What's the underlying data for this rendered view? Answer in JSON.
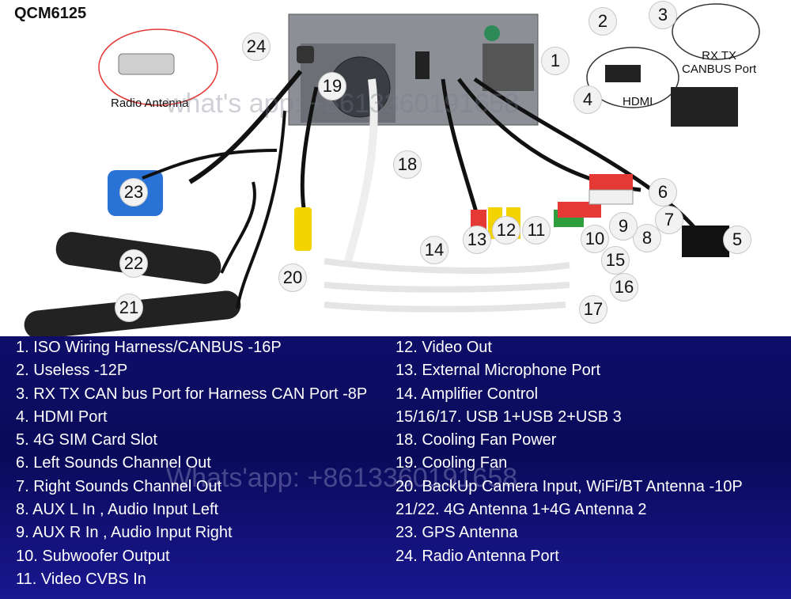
{
  "model": "QCM6125",
  "labels": {
    "radio_antenna": "Radio Antenna",
    "hdmi": "HDMI",
    "canbus_port": "RX TX\nCANBUS Port"
  },
  "watermark": {
    "top": "what's app: +8613360191658",
    "bottom": "Whats'app: +8613360191658"
  },
  "callouts": [
    "1",
    "2",
    "3",
    "4",
    "5",
    "6",
    "7",
    "8",
    "9",
    "10",
    "11",
    "12",
    "13",
    "14",
    "15",
    "16",
    "17",
    "18",
    "19",
    "20",
    "21",
    "22",
    "23",
    "24"
  ],
  "legend_left": [
    "1. ISO Wiring Harness/CANBUS -16P",
    "2. Useless -12P",
    "3. RX TX CAN bus Port for Harness CAN Port -8P",
    "4. HDMI Port",
    "5. 4G SIM Card Slot",
    "6. Left Sounds Channel Out",
    "7. Right Sounds Channel Out",
    "8. AUX L In , Audio Input Left",
    "9. AUX R In , Audio Input Right",
    "10. Subwoofer Output",
    "11. Video CVBS In"
  ],
  "legend_right": [
    "12. Video Out",
    "13. External Microphone Port",
    "14. Amplifier Control",
    "15/16/17. USB 1+USB 2+USB 3",
    "18. Cooling Fan Power",
    "19. Cooling Fan",
    "20. BackUp Camera Input, WiFi/BT Antenna -10P",
    "21/22. 4G Antenna 1+4G Antenna 2",
    "23. GPS Antenna",
    "24. Radio Antenna Port"
  ]
}
